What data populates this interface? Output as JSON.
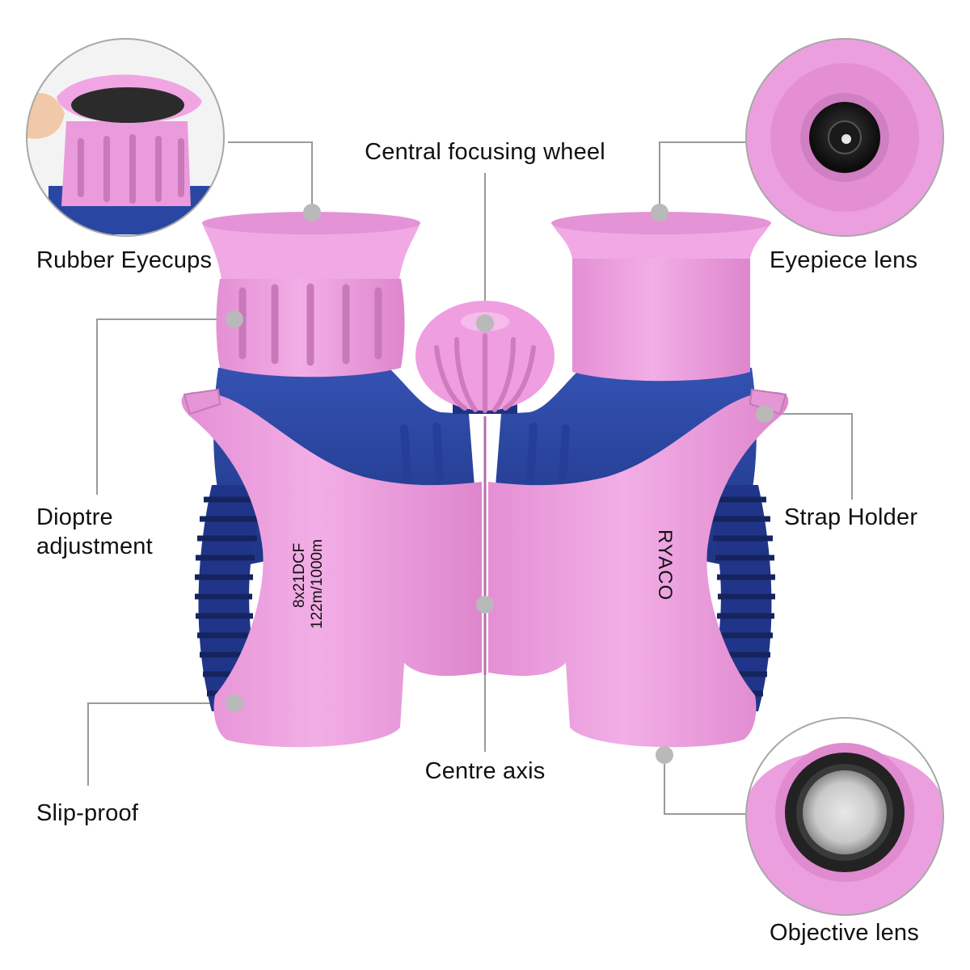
{
  "brand": "RYACO",
  "model_text": [
    "8x21DCF",
    "122m/1000m"
  ],
  "labels": {
    "rubber_eyecups": "Rubber Eyecups",
    "central_focusing_wheel": "Central focusing wheel",
    "eyepiece_lens": "Eyepiece lens",
    "dioptre_adjustment_line1": "Dioptre",
    "dioptre_adjustment_line2": "adjustment",
    "strap_holder": "Strap Holder",
    "centre_axis": "Centre axis",
    "slip_proof": "Slip-proof",
    "objective_lens": "Objective lens"
  },
  "colors": {
    "pink": "#ef9ee0",
    "pink_dark": "#d97fc8",
    "blue": "#2c4aa8",
    "blue_dark": "#1d3382",
    "callout": "#9a9a9a",
    "marker": "#b9b9b9"
  }
}
